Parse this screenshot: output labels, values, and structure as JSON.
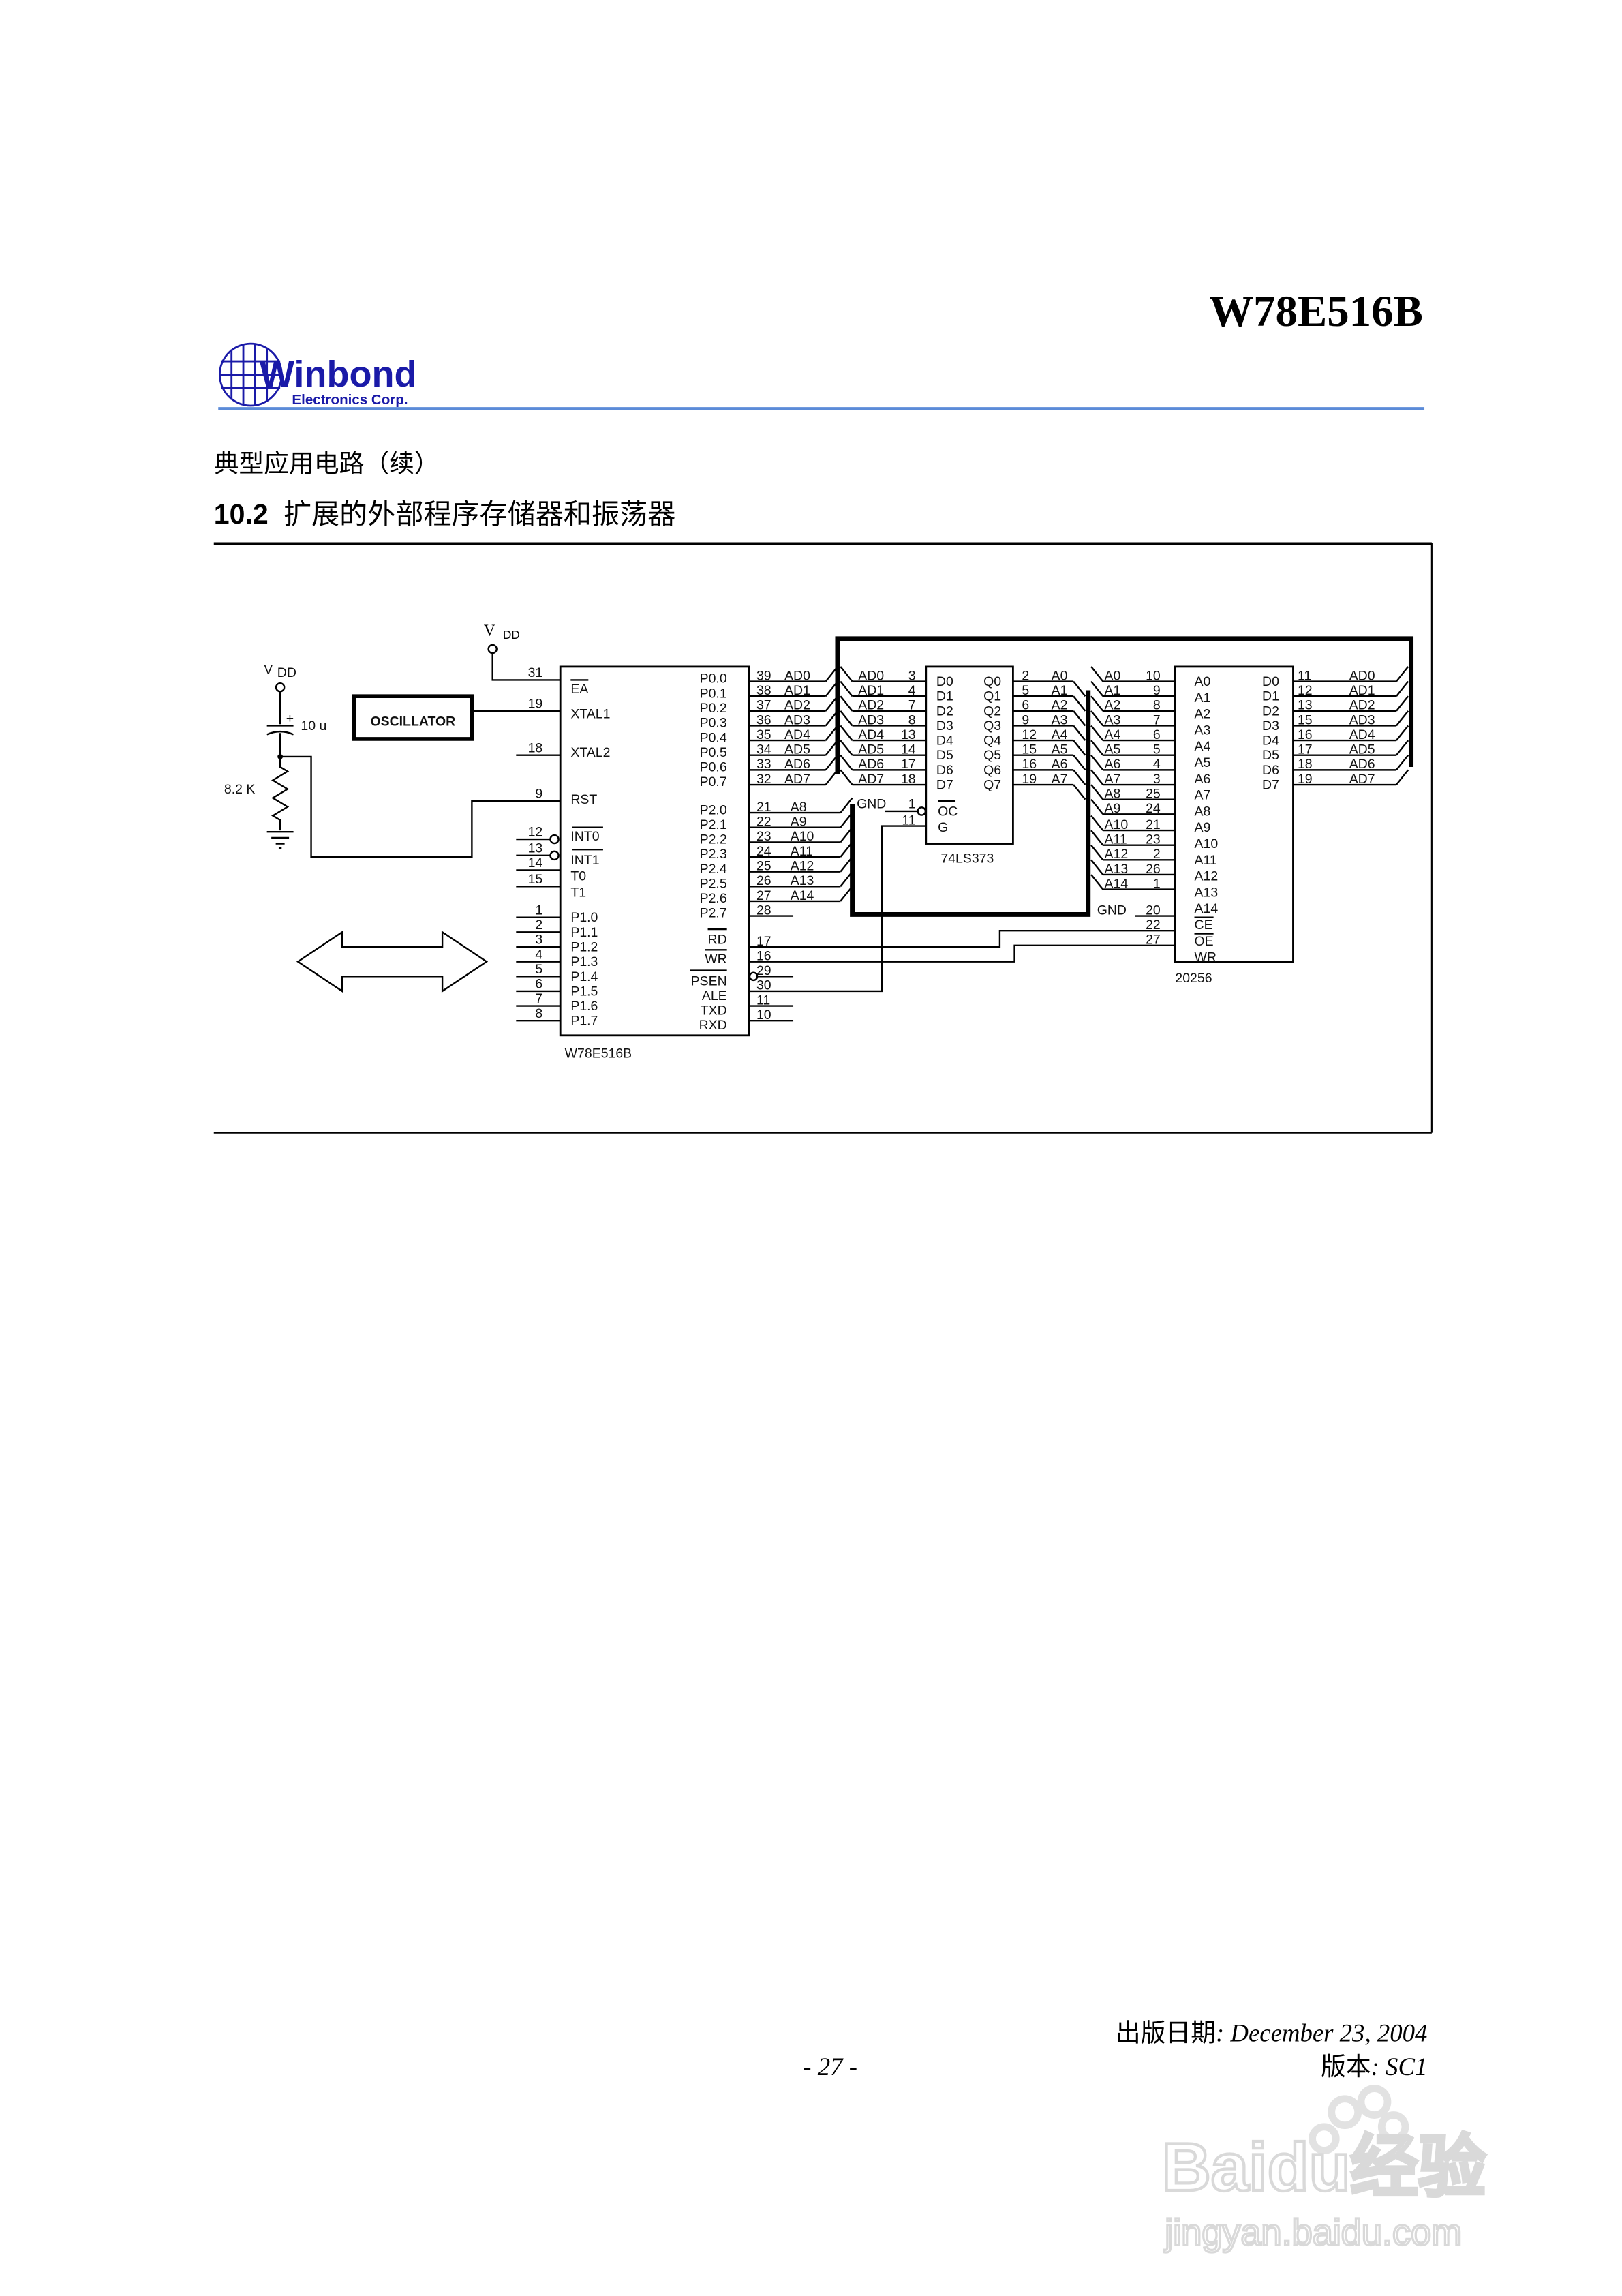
{
  "header": {
    "doc_title": "W78E516B",
    "logo_main": "Winbond",
    "logo_sub": "Electronics Corp.",
    "accent_color": "#5b8bd8",
    "logo_color": "#1a1aa8"
  },
  "section": {
    "subtitle": "典型应用电路（续）",
    "heading_num": "10.2",
    "heading_text": "扩展的外部程序存储器和振荡器"
  },
  "schematic": {
    "vdd_top": {
      "main": "V",
      "sub": "DD"
    },
    "vdd_left": {
      "main": "V",
      "sub": "DD"
    },
    "capacitor_label": "10 u",
    "capacitor_polarity": "+",
    "resistor_label": "8.2 K",
    "oscillator_label": "OSCILLATOR",
    "mcu": {
      "name": "W78E516B",
      "left_pins": [
        {
          "num": "31",
          "label": "EA"
        },
        {
          "num": "19",
          "label": "XTAL1"
        },
        {
          "num": "18",
          "label": "XTAL2"
        },
        {
          "num": "9",
          "label": "RST"
        },
        {
          "num": "12",
          "label": "INT0"
        },
        {
          "num": "13",
          "label": "INT1"
        },
        {
          "num": "14",
          "label": "T0"
        },
        {
          "num": "15",
          "label": "T1"
        },
        {
          "num": "1",
          "label": "P1.0"
        },
        {
          "num": "2",
          "label": "P1.1"
        },
        {
          "num": "3",
          "label": "P1.2"
        },
        {
          "num": "4",
          "label": "P1.3"
        },
        {
          "num": "5",
          "label": "P1.4"
        },
        {
          "num": "6",
          "label": "P1.5"
        },
        {
          "num": "7",
          "label": "P1.6"
        },
        {
          "num": "8",
          "label": "P1.7"
        }
      ],
      "right_pins": [
        {
          "num": "39",
          "label": "P0.0",
          "net": "AD0"
        },
        {
          "num": "38",
          "label": "P0.1",
          "net": "AD1"
        },
        {
          "num": "37",
          "label": "P0.2",
          "net": "AD2"
        },
        {
          "num": "36",
          "label": "P0.3",
          "net": "AD3"
        },
        {
          "num": "35",
          "label": "P0.4",
          "net": "AD4"
        },
        {
          "num": "34",
          "label": "P0.5",
          "net": "AD5"
        },
        {
          "num": "33",
          "label": "P0.6",
          "net": "AD6"
        },
        {
          "num": "32",
          "label": "P0.7",
          "net": "AD7"
        },
        {
          "num": "21",
          "label": "P2.0",
          "net": "A8"
        },
        {
          "num": "22",
          "label": "P2.1",
          "net": "A9"
        },
        {
          "num": "23",
          "label": "P2.2",
          "net": "A10"
        },
        {
          "num": "24",
          "label": "P2.3",
          "net": "A11"
        },
        {
          "num": "25",
          "label": "P2.4",
          "net": "A12"
        },
        {
          "num": "26",
          "label": "P2.5",
          "net": "A13"
        },
        {
          "num": "27",
          "label": "P2.6",
          "net": "A14"
        },
        {
          "num": "28",
          "label": "P2.7",
          "net": ""
        },
        {
          "num": "17",
          "label": "RD",
          "net": ""
        },
        {
          "num": "16",
          "label": "WR",
          "net": ""
        },
        {
          "num": "29",
          "label": "PSEN",
          "net": ""
        },
        {
          "num": "30",
          "label": "ALE",
          "net": ""
        },
        {
          "num": "11",
          "label": "TXD",
          "net": ""
        },
        {
          "num": "10",
          "label": "RXD",
          "net": ""
        }
      ]
    },
    "latch": {
      "name": "74LS373",
      "inputs": [
        {
          "net": "AD0",
          "num": "3",
          "label": "D0"
        },
        {
          "net": "AD1",
          "num": "4",
          "label": "D1"
        },
        {
          "net": "AD2",
          "num": "7",
          "label": "D2"
        },
        {
          "net": "AD3",
          "num": "8",
          "label": "D3"
        },
        {
          "net": "AD4",
          "num": "13",
          "label": "D4"
        },
        {
          "net": "AD5",
          "num": "14",
          "label": "D5"
        },
        {
          "net": "AD6",
          "num": "17",
          "label": "D6"
        },
        {
          "net": "AD7",
          "num": "18",
          "label": "D7"
        }
      ],
      "outputs": [
        {
          "label": "Q0",
          "num": "2",
          "net": "A0"
        },
        {
          "label": "Q1",
          "num": "5",
          "net": "A1"
        },
        {
          "label": "Q2",
          "num": "6",
          "net": "A2"
        },
        {
          "label": "Q3",
          "num": "9",
          "net": "A3"
        },
        {
          "label": "Q4",
          "num": "12",
          "net": "A4"
        },
        {
          "label": "Q5",
          "num": "15",
          "net": "A5"
        },
        {
          "label": "Q6",
          "num": "16",
          "net": "A6"
        },
        {
          "label": "Q7",
          "num": "19",
          "net": "A7"
        }
      ],
      "oc": {
        "label": "OC",
        "num": "1",
        "net": "GND"
      },
      "g": {
        "label": "G",
        "num": "11"
      }
    },
    "memory": {
      "name": "20256",
      "address_pins": [
        {
          "net": "A0",
          "num": "10",
          "label": "A0"
        },
        {
          "net": "A1",
          "num": "9",
          "label": "A1"
        },
        {
          "net": "A2",
          "num": "8",
          "label": "A2"
        },
        {
          "net": "A3",
          "num": "7",
          "label": "A3"
        },
        {
          "net": "A4",
          "num": "6",
          "label": "A4"
        },
        {
          "net": "A5",
          "num": "5",
          "label": "A5"
        },
        {
          "net": "A6",
          "num": "4",
          "label": "A6"
        },
        {
          "net": "A7",
          "num": "3",
          "label": "A7"
        },
        {
          "net": "A8",
          "num": "25",
          "label": "A8"
        },
        {
          "net": "A9",
          "num": "24",
          "label": "A9"
        },
        {
          "net": "A10",
          "num": "21",
          "label": "A10"
        },
        {
          "net": "A11",
          "num": "23",
          "label": "A11"
        },
        {
          "net": "A12",
          "num": "2",
          "label": "A12"
        },
        {
          "net": "A13",
          "num": "26",
          "label": "A13"
        },
        {
          "net": "A14",
          "num": "1",
          "label": "A14"
        }
      ],
      "control_pins": [
        {
          "net": "GND",
          "num": "20",
          "label": "CE"
        },
        {
          "net": "",
          "num": "22",
          "label": "OE"
        },
        {
          "net": "",
          "num": "27",
          "label": "WR"
        }
      ],
      "data_pins": [
        {
          "label": "D0",
          "num": "11",
          "net": "AD0"
        },
        {
          "label": "D1",
          "num": "12",
          "net": "AD1"
        },
        {
          "label": "D2",
          "num": "13",
          "net": "AD2"
        },
        {
          "label": "D3",
          "num": "15",
          "net": "AD3"
        },
        {
          "label": "D4",
          "num": "16",
          "net": "AD4"
        },
        {
          "label": "D5",
          "num": "17",
          "net": "AD5"
        },
        {
          "label": "D6",
          "num": "18",
          "net": "AD6"
        },
        {
          "label": "D7",
          "num": "19",
          "net": "AD7"
        }
      ]
    }
  },
  "footer": {
    "page_number": "- 27 -",
    "date_label": "出版日期",
    "date_value": ": December 23, 2004",
    "version_label": "版本",
    "version_value": ": SC1"
  },
  "watermark": {
    "brand": "Baidu经验",
    "url": "jingyan.baidu.com"
  }
}
